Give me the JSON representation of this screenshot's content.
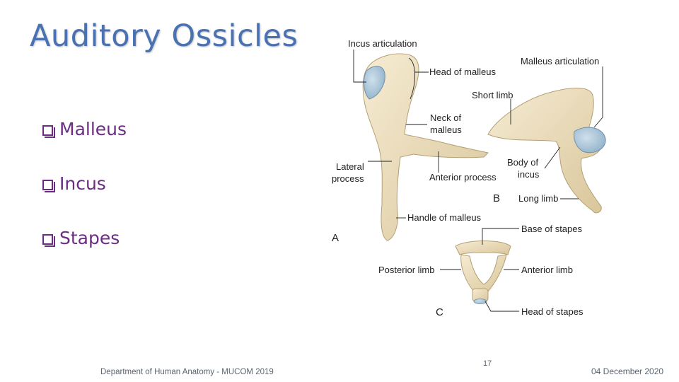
{
  "slide": {
    "title": "Auditory Ossicles",
    "bullets": [
      "Malleus",
      "Incus",
      "Stapes"
    ]
  },
  "figure": {
    "panels": [
      "A",
      "B",
      "C"
    ],
    "labels": {
      "incus_articulation": "Incus articulation",
      "head_of_malleus": "Head of malleus",
      "malleus_articulation": "Malleus articulation",
      "short_limb": "Short limb",
      "neck_of": "Neck of",
      "malleus": "malleus",
      "lateral": "Lateral",
      "process": "process",
      "anterior_process": "Anterior process",
      "body_of": "Body of",
      "incus": "incus",
      "long_limb": "Long limb",
      "handle_of_malleus": "Handle of malleus",
      "base_of_stapes": "Base of stapes",
      "posterior_limb": "Posterior limb",
      "anterior_limb": "Anterior limb",
      "head_of_stapes": "Head of stapes"
    }
  },
  "footer": {
    "department": "Department of Human Anatomy - MUCOM 2019",
    "page_number": "17",
    "date": "04 December 2020"
  },
  "colors": {
    "title": "#4a72b2",
    "bullet_text": "#6b2d83",
    "bone": "#efe3c4",
    "bone_shadow": "#c9b58c",
    "cartilage": "#a9c3d6",
    "footer_text": "#5b6470"
  }
}
